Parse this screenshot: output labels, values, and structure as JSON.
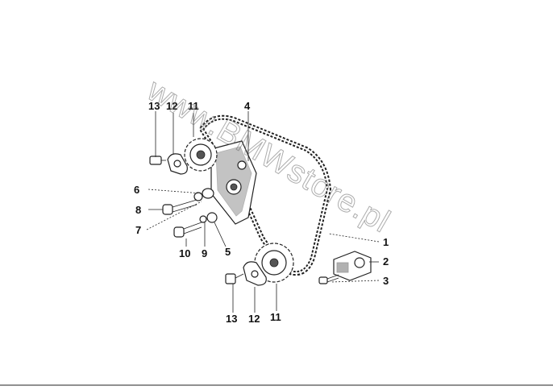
{
  "callouts": {
    "c1": "1",
    "c2": "2",
    "c3": "3",
    "c4": "4",
    "c5": "5",
    "c6": "6",
    "c7": "7",
    "c8": "8",
    "c9": "9",
    "c10": "10",
    "c11_top": "11",
    "c12_top": "12",
    "c13_top": "13",
    "c11_bottom": "11",
    "c12_bottom": "12",
    "c13_bottom": "13"
  },
  "watermark": "www.BMWstore.pl",
  "colors": {
    "line": "#222222",
    "background": "#ffffff",
    "watermark": "#6a6a6a"
  }
}
